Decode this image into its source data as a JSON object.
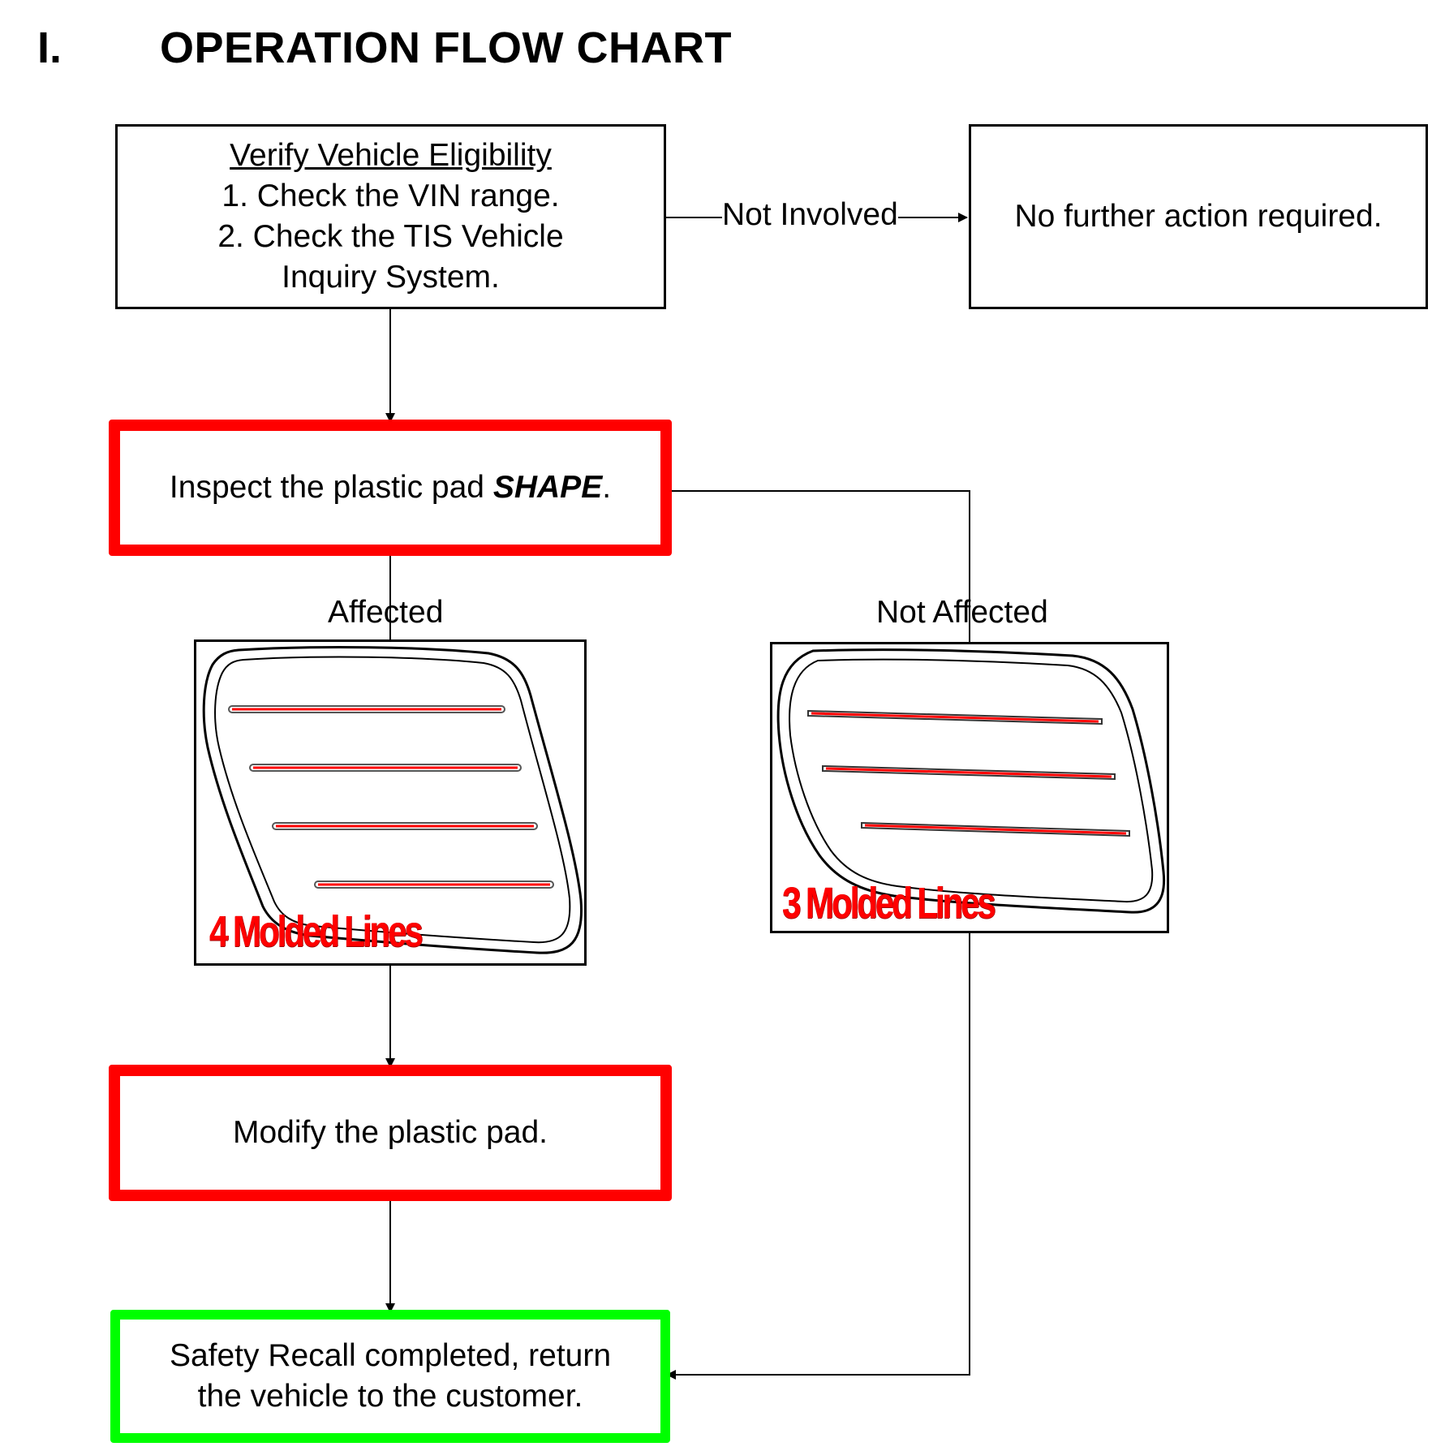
{
  "section": {
    "number": "I.",
    "title": "OPERATION FLOW CHART"
  },
  "nodes": {
    "verify": {
      "heading": "Verify Vehicle Eligibility",
      "line1": "1. Check the VIN range.",
      "line2": "2. Check the TIS Vehicle",
      "line3": "Inquiry System."
    },
    "no_action": {
      "text": "No further action required."
    },
    "inspect": {
      "prefix": "Inspect the plastic pad ",
      "emphasis": "SHAPE",
      "suffix": "."
    },
    "modify": {
      "text": "Modify the plastic pad."
    },
    "complete": {
      "line1": "Safety Recall completed, return",
      "line2": "the vehicle to the customer."
    }
  },
  "edges": {
    "not_involved": "Not Involved",
    "affected": "Affected",
    "not_affected": "Not Affected"
  },
  "images": {
    "affected_pad": {
      "caption": "4 Molded Lines",
      "molded_lines": 4
    },
    "not_affected_pad": {
      "caption": "3 Molded Lines",
      "molded_lines": 3
    }
  },
  "colors": {
    "action_border": "#ff0000",
    "complete_border": "#00ff00",
    "molded_line": "#ff0000"
  }
}
